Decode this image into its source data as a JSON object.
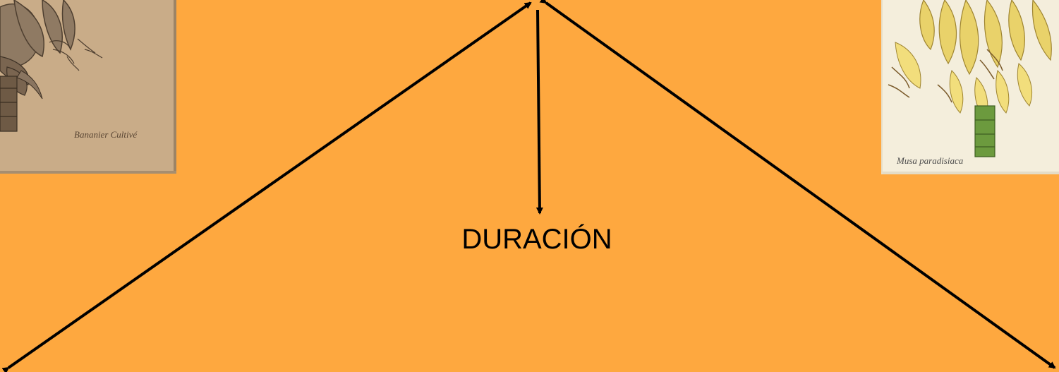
{
  "slide": {
    "background_color": "#FEA83F",
    "center_label": "DURACIÓN",
    "left_image": {
      "subject": "sepia botanical engraving of a banana bunch",
      "caption": "Bananier Cultivé"
    },
    "right_image": {
      "subject": "color botanical illustration of a yellow banana bunch",
      "caption": "Musa paradisiaca"
    },
    "arrow_color": "#000000"
  }
}
